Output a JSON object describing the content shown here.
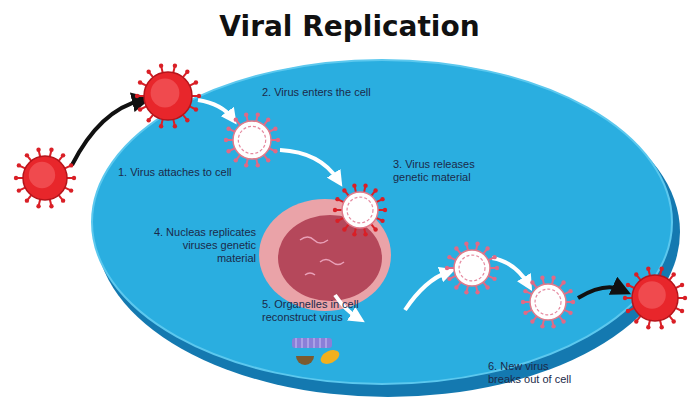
{
  "diagram": {
    "title": "Viral Replication",
    "labels": [
      "1. Virus attaches to cell",
      "2. Virus enters the cell",
      "3. Virus releases genetic material",
      "4. Nucleas replicates viruses genetic material",
      "5. Organelles in cell reconstruct virus",
      "6. New virus breaks out of cell"
    ]
  }
}
